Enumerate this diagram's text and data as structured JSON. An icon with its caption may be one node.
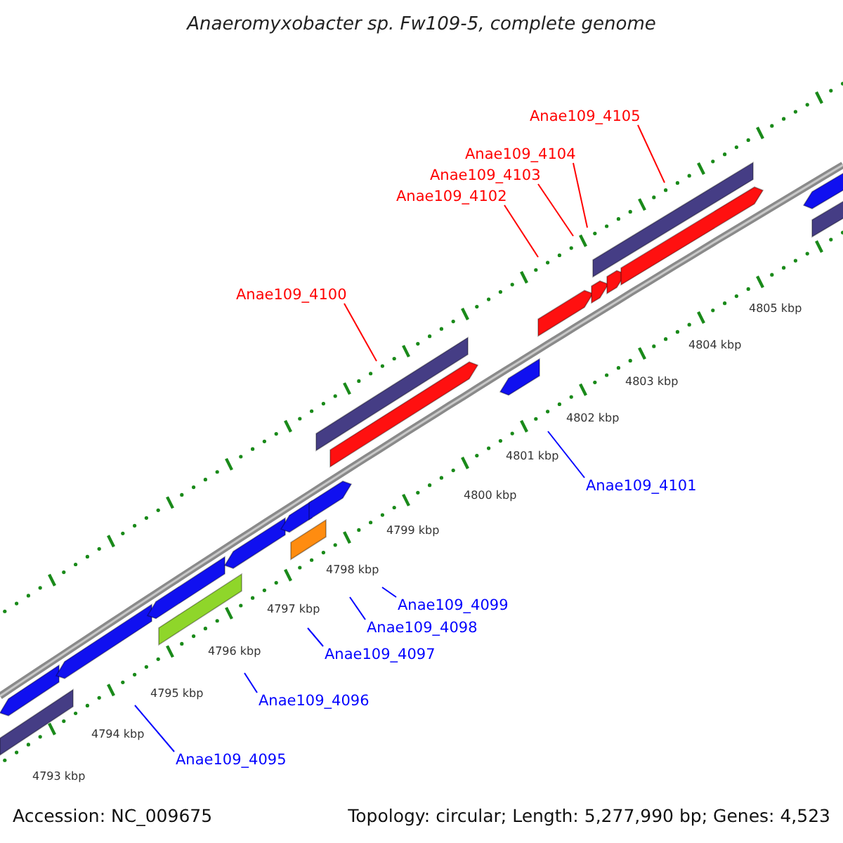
{
  "diagram": {
    "title": "Anaeromyxobacter sp. Fw109-5, complete genome",
    "nodes": [
      {
        "text": [
          "Anae109_4105"
        ]
      },
      {
        "text": [
          "Anae109_4104"
        ]
      },
      {
        "text": [
          "Anae109_4103"
        ]
      },
      {
        "text": [
          "Anae109_4102"
        ]
      },
      {
        "text": [
          "Anae109_4100"
        ]
      },
      {
        "text": [
          "Anae109_4101"
        ]
      },
      {
        "text": [
          "Anae109_4099"
        ]
      },
      {
        "text": [
          "Anae109_4098"
        ]
      },
      {
        "text": [
          "Anae109_4097"
        ]
      },
      {
        "text": [
          "Anae109_4096"
        ]
      },
      {
        "text": [
          "Anae109_4095"
        ]
      }
    ],
    "edges": [
      {
        "from": 0,
        "to": null,
        "arrow": "none",
        "color": "#ff0000"
      },
      {
        "from": 1,
        "to": null,
        "arrow": "none",
        "color": "#ff0000"
      },
      {
        "from": 2,
        "to": null,
        "arrow": "none",
        "color": "#ff0000"
      },
      {
        "from": 3,
        "to": null,
        "arrow": "none",
        "color": "#ff0000"
      },
      {
        "from": 4,
        "to": null,
        "arrow": "none",
        "color": "#ff0000"
      },
      {
        "from": 5,
        "to": null,
        "arrow": "none"
      },
      {
        "from": 6,
        "to": null,
        "arrow": "none"
      },
      {
        "from": 7,
        "to": null,
        "arrow": "none"
      },
      {
        "from": 8,
        "to": null,
        "arrow": "none"
      },
      {
        "from": 9,
        "to": null,
        "arrow": "none"
      },
      {
        "from": 10,
        "to": null,
        "arrow": "none"
      }
    ],
    "labels": [
      "4805 kbp",
      "4804 kbp",
      "4803 kbp",
      "4802 kbp",
      "4801 kbp",
      "4800 kbp",
      "4799 kbp",
      "4798 kbp",
      "4797 kbp",
      "4796 kbp",
      "4795 kbp",
      "4794 kbp",
      "4793 kbp",
      "Accession: NC_009675",
      "Topology: circular; Length: 5,277,990 bp; Genes: 4,523"
    ]
  }
}
